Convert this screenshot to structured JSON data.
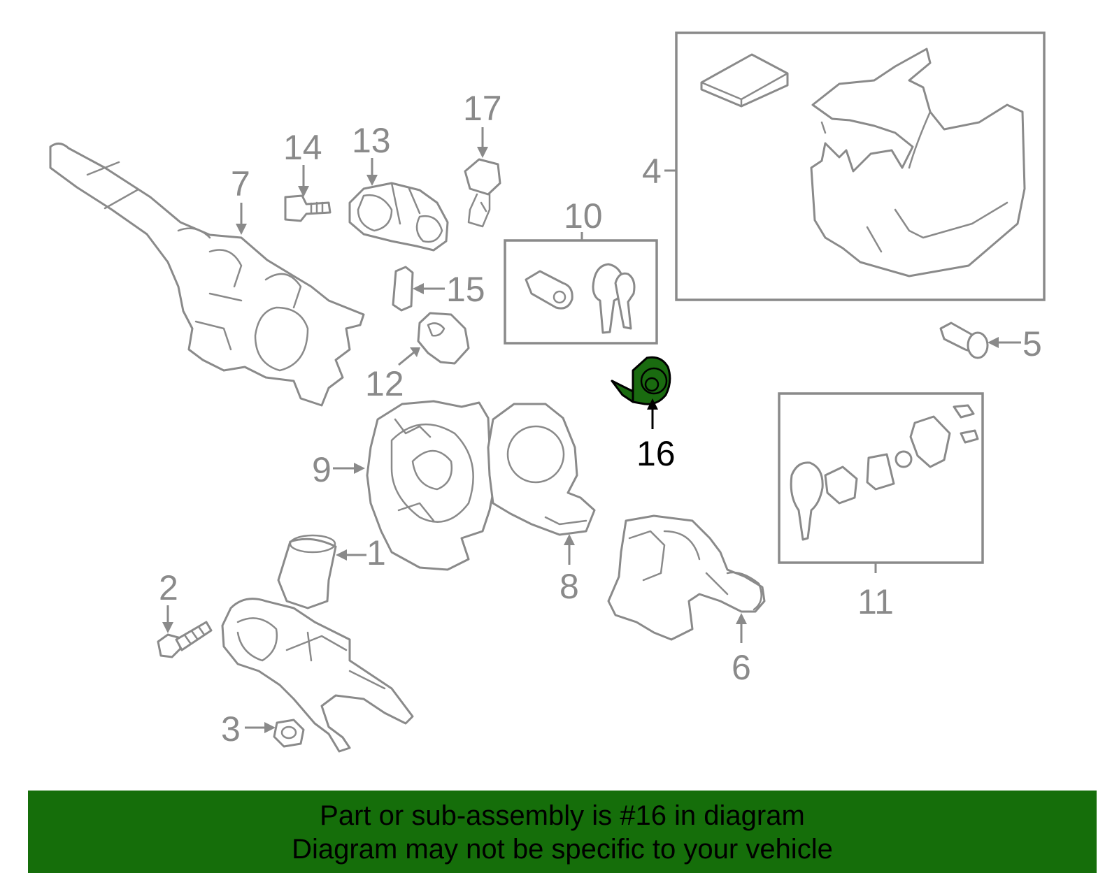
{
  "callouts": {
    "c1": "1",
    "c2": "2",
    "c3": "3",
    "c4": "4",
    "c5": "5",
    "c6": "6",
    "c7": "7",
    "c8": "8",
    "c9": "9",
    "c10": "10",
    "c11": "11",
    "c12": "12",
    "c13": "13",
    "c14": "14",
    "c15": "15",
    "c16": "16",
    "c17": "17"
  },
  "highlighted_part": "16",
  "colors": {
    "highlight": "#1a6b10",
    "banner": "#156e0a",
    "line_art": "#8a8a8a"
  },
  "banner": {
    "line1": "Part or sub-assembly is #16 in diagram",
    "line2": "Diagram may not be specific to your vehicle"
  }
}
